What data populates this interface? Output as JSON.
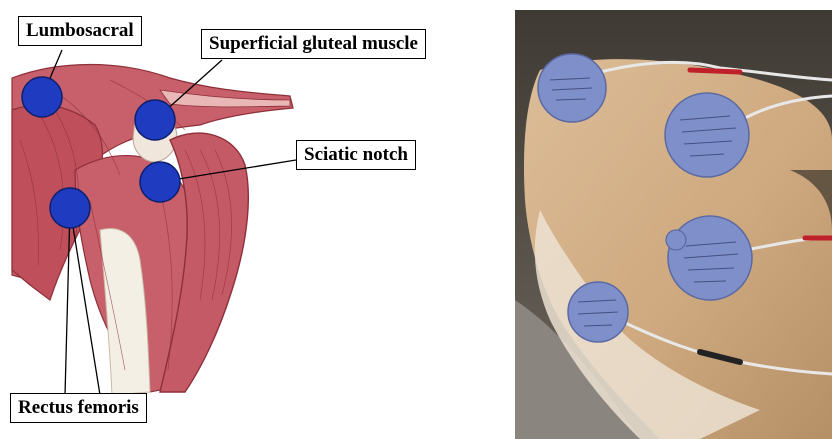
{
  "labels": {
    "lumbosacral": "Lumbosacral",
    "superficial_gluteal": "Superficial gluteal muscle",
    "sciatic_notch": "Sciatic notch",
    "rectus_femoris": "Rectus femoris"
  },
  "colors": {
    "electrode_marker": "#1f3bbf",
    "muscle": "#c7606a",
    "muscle_dark": "#8e2f39",
    "bone": "#f4efe4",
    "electrode_pad": "#7f8fc9",
    "dog_coat": "#d6b48c"
  },
  "icons": {
    "marker": "electrode-dot-icon",
    "pad": "electrode-pad-icon"
  }
}
